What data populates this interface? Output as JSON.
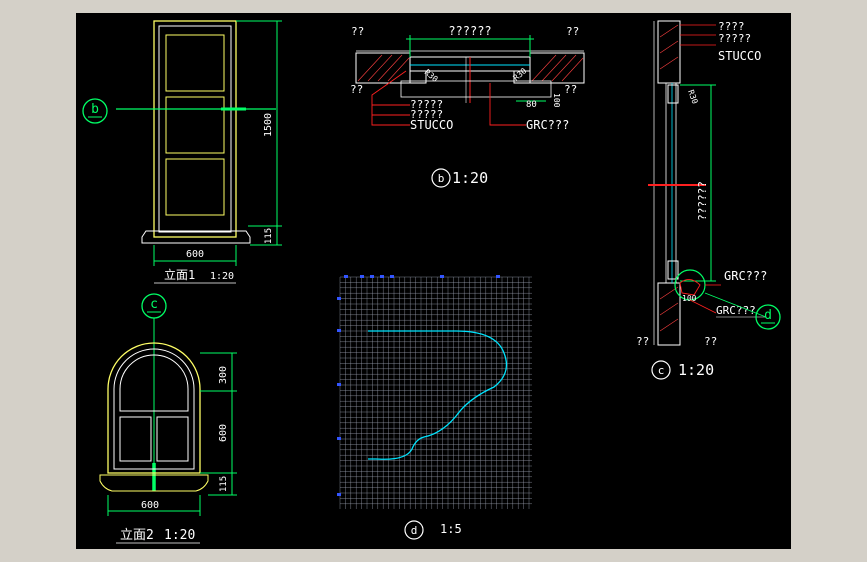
{
  "colors": {
    "background": "#000000",
    "frame": "#d4d0c8",
    "yellow": "#ffff66",
    "white": "#ffffff",
    "green": "#00ff66",
    "red": "#ff2020",
    "cyan": "#00e5ff",
    "grid": "#9aa0b0"
  },
  "drawing_a": {
    "marker": "b",
    "dim_height": "1500",
    "dim_sill": "115",
    "dim_width": "600",
    "caption": "立面1",
    "scale": "1:20"
  },
  "drawing_b": {
    "dim_top": "??????",
    "label_left": "??",
    "label_right": "??",
    "dim_80": "80",
    "dim_100": "100",
    "dim_r30a": "R30",
    "dim_r30b": "R30",
    "note1": "?????",
    "note2": "?????",
    "note3": "STUCCO",
    "note_grc": "GRC???",
    "caption_marker": "b",
    "scale": "1:20"
  },
  "drawing_c": {
    "note1": "????",
    "note2": "?????",
    "note3": "STUCCO",
    "dim_side": "??????",
    "dim_r30": "R30",
    "dim_100": "100",
    "grc1": "GRC???",
    "grc2": "GRC???",
    "label_left": "??",
    "label_right": "??",
    "marker": "d",
    "caption_marker": "c",
    "scale": "1:20"
  },
  "drawing_e": {
    "marker": "c",
    "dim_300": "300",
    "dim_600": "600",
    "dim_115": "115",
    "dim_width": "600",
    "caption": "立面2",
    "scale": "1:20"
  },
  "drawing_d": {
    "caption_marker": "d",
    "scale": "1:5"
  }
}
